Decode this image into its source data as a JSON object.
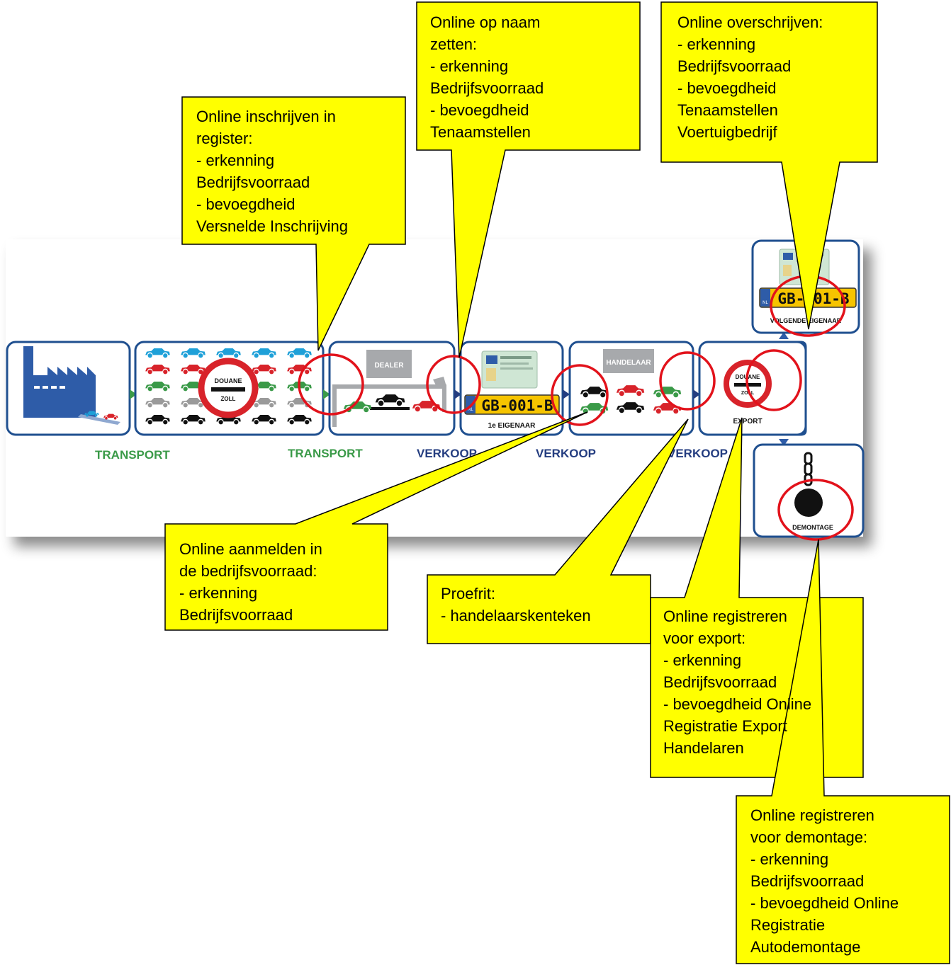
{
  "stages": {
    "douane_label": "DOUANE",
    "zoll_label": "ZOLL",
    "dealer_label": "DEALER",
    "handelaar_label": "HANDELAAR",
    "plate_text": "GB-001-B",
    "plate_country": "NL",
    "eerste_eigenaar": "1e EIGENAAR",
    "export_label": "EXPORT",
    "volgende_eigenaar": "VOLGENDE EIGENAAR",
    "demontage_label": "DEMONTAGE"
  },
  "flow_labels": {
    "transport_1": "TRANSPORT",
    "transport_2": "TRANSPORT",
    "verkoop_1": "VERKOOP",
    "verkoop_2": "VERKOOP",
    "verkoop_3": "VERKOOP"
  },
  "callouts": {
    "inschrijven": "Online inschrijven in\nregister:\n- erkenning\nBedrijfsvoorraad\n- bevoegdheid\nVersnelde Inschrijving",
    "op_naam": "Online op naam\nzetten:\n- erkenning\nBedrijfsvoorraad\n- bevoegdheid\nTenaamstellen",
    "overschrijven": "Online overschrijven:\n- erkenning\nBedrijfsvoorraad\n- bevoegdheid\nTenaamstellen\nVoertuigbedrijf",
    "aanmelden": "Online aanmelden in\nde bedrijfsvoorraad:\n- erkenning\nBedrijfsvoorraad",
    "proefrit": "Proefrit:\n- handelaarskenteken",
    "export": "Online registreren\nvoor export:\n- erkenning\nBedrijfsvoorraad\n- bevoegdheid Online\nRegistratie Export\nHandelaren",
    "demontage": "Online registreren\nvoor demontage:\n- erkenning\nBedrijfsvoorraad\n- bevoegdheid Online\nRegistratie\nAutodemontage"
  },
  "colors": {
    "callout_fill": "#ffff00",
    "highlight_ring": "#e2121b",
    "panel_border": "#1f4f8f",
    "transport_green": "#3a9a48",
    "verkoop_navy": "#243d80",
    "factory_blue": "#2e5ca8",
    "plate_yellow": "#f6c400"
  }
}
